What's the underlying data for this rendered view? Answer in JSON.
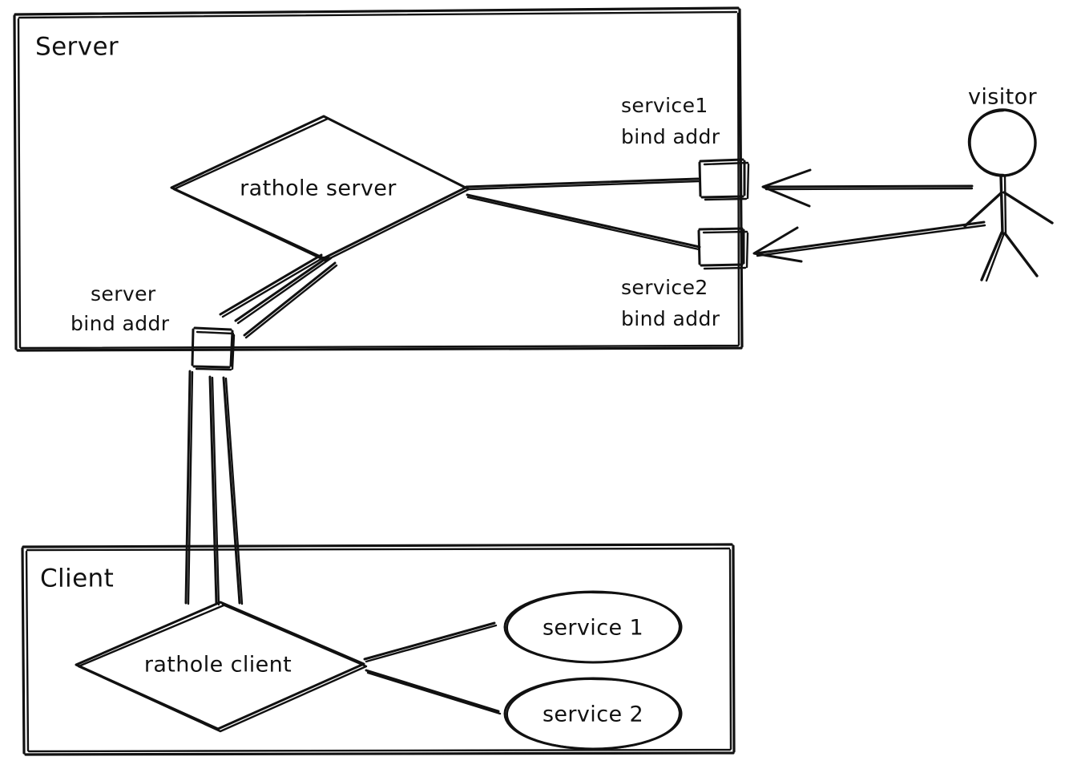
{
  "diagram": {
    "title": "rathole server/client tunnel architecture",
    "style": "hand-drawn",
    "stroke_color": "#111111",
    "background_color": "#ffffff"
  },
  "frames": [
    {
      "id": "server",
      "label": "Server"
    },
    {
      "id": "client",
      "label": "Client"
    }
  ],
  "nodes": {
    "rathole_server": {
      "label": "rathole server",
      "shape": "diamond"
    },
    "rathole_client": {
      "label": "rathole client",
      "shape": "diamond"
    },
    "service1": {
      "label": "service 1",
      "shape": "ellipse"
    },
    "service2": {
      "label": "service 2",
      "shape": "ellipse"
    }
  },
  "ports": {
    "service1_bind": {
      "label_line1": "service1",
      "label_line2": "bind addr",
      "shape": "square"
    },
    "service2_bind": {
      "label_line1": "service2",
      "label_line2": "bind addr",
      "shape": "square"
    },
    "server_bind": {
      "label_line1": "server",
      "label_line2": "bind addr",
      "shape": "square"
    }
  },
  "actors": {
    "visitor": {
      "label": "visitor",
      "shape": "stick-figure"
    }
  },
  "connections": [
    {
      "from": "rathole_server",
      "to": "service1_bind",
      "arrow": false
    },
    {
      "from": "rathole_server",
      "to": "service2_bind",
      "arrow": false
    },
    {
      "from": "rathole_server",
      "to": "server_bind",
      "arrow": false,
      "multiplicity": 3
    },
    {
      "from": "visitor",
      "to": "service1_bind",
      "arrow": true
    },
    {
      "from": "visitor",
      "to": "service2_bind",
      "arrow": true
    },
    {
      "from": "server_bind",
      "to": "rathole_client",
      "arrow": false,
      "multiplicity": 3
    },
    {
      "from": "rathole_client",
      "to": "service1",
      "arrow": false
    },
    {
      "from": "rathole_client",
      "to": "service2",
      "arrow": false
    }
  ]
}
